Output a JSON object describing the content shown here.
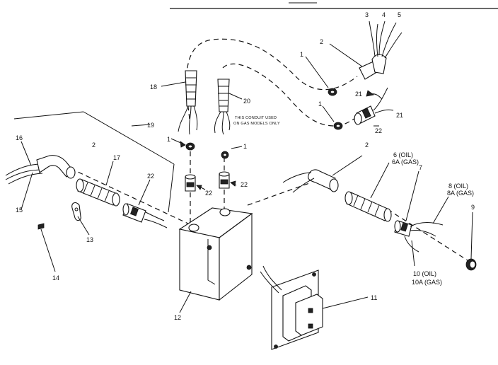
{
  "labels": {
    "p1a": "1",
    "p1b": "1",
    "p1c": "1",
    "p1d": "1",
    "p2a": "2",
    "p2b": "2",
    "p2c": "2",
    "p3": "3",
    "p4": "4",
    "p5": "5",
    "p6_oil": "6 (OIL)",
    "p6_gas": "6A (GAS)",
    "p7": "7",
    "p8_oil": "8 (OIL)",
    "p8_gas": "8A (GAS)",
    "p9": "9",
    "p10_oil": "10 (OIL)",
    "p10_gas": "10A (GAS)",
    "p11": "11",
    "p12": "12",
    "p13": "13",
    "p14": "14",
    "p15": "15",
    "p16": "16",
    "p17": "17",
    "p18": "18",
    "p19": "19",
    "p20": "20",
    "p21a": "21",
    "p21b": "21",
    "p22a": "22",
    "p22b": "22",
    "p22c": "22",
    "p22d": "22"
  },
  "note": {
    "line1": "THIS CONDUIT USED",
    "line2": "ON GAS MODELS ONLY"
  }
}
